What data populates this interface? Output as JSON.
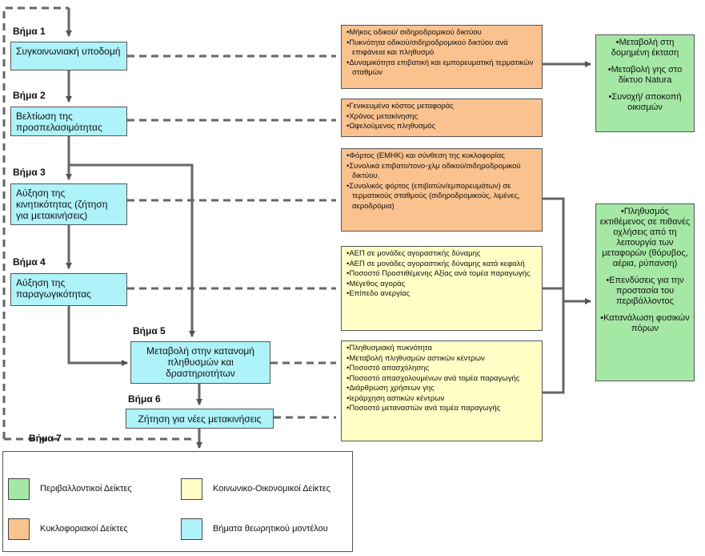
{
  "steps": [
    {
      "label": "Βήμα 1",
      "text": "Συγκοινωνιακή υποδομή"
    },
    {
      "label": "Βήμα 2",
      "text": "Βελτίωση της προσπελασιμότητας"
    },
    {
      "label": "Βήμα 3",
      "text": "Αύξηση της κινητικότητας (ζήτηση για μετακινήσεις)"
    },
    {
      "label": "Βήμα 4",
      "text": "Αύξηση της παραγωγικότητας"
    },
    {
      "label": "Βήμα 5",
      "text": "Μεταβολή στην κατανομή πληθυσμών και δραστηριοτήτων"
    },
    {
      "label": "Βήμα 6",
      "text": "Ζήτηση για νέες μετακινήσεις"
    },
    {
      "label": "Βήμα 7"
    }
  ],
  "orange_boxes": [
    {
      "items": [
        "Μήκος οδικού/ σιδηροδρομικού δικτύου",
        "Πυκνότητα οδικού/σιδηροδρομικού δικτύου ανά επιφάνεια και πληθυσμό",
        "Δυναμικότητα επιβατική και εμπορευματική τερματικών σταθμών"
      ]
    },
    {
      "items": [
        "Γενικευμένο κόστος μεταφοράς",
        "Χρόνος μετακίνησης",
        "Ωφελούμενος πληθυσμός"
      ]
    },
    {
      "items": [
        "Φόρτος (ΕΜΗΚ) και σύνθεση της κυκλοφορίας",
        "Συνολικά επιβατο/τονο-χλμ οδικού/σιδηροδρομικού δικτύου.",
        "Συνολικός φόρτος (επιβατών/εμπορευμάτων) σε τερματικούς σταθμούς (σιδηροδρομικούς, λιμένες, αεροδρόμια)"
      ]
    }
  ],
  "yellow_boxes": [
    {
      "items": [
        "ΑΕΠ σε μονάδες αγοραστικής δύναμης",
        "ΑΕΠ σε μονάδες αγοραστικής δύναμης κατά κεφαλή",
        "Ποσοστό Προστιθέμενης Αξίας ανά τομέα παραγωγής",
        "Μέγεθος αγοράς",
        "Επίπεδο ανεργίας"
      ]
    },
    {
      "items": [
        "Πληθυσμιακή πυκνότητα",
        "Μεταβολή πληθυσμών αστικών κέντρων",
        "Ποσοστό απασχόλησης",
        "Ποσοστό απασχολουμένων ανά τομέα παραγωγής",
        "Διάρθρωση χρήσεων γης",
        "Ιεράρχηση αστικών κέντρων",
        "Ποσοστό μεταναστών ανά τομέα παραγωγής"
      ]
    }
  ],
  "green_boxes": [
    {
      "items": [
        "Μεταβολή στη δομημένη έκταση",
        "Μεταβολή γης στο δίκτυο Natura",
        "Συνοχή/ αποκοπή οικισμών"
      ]
    },
    {
      "items": [
        "Πληθυσμός εκτιθέμενος σε πιθανές οχλήσεις από τη λειτουργία των μεταφορών (θόρυβος, αέρια, ρύπανση)",
        "Επενδύσεις για την προστασία του περιβάλλοντος",
        "Κατανάλωση φυσικών πόρων"
      ]
    }
  ],
  "legend": [
    {
      "text": "Περιβαλλοντικοί Δείκτες",
      "color": "#a5e8a5"
    },
    {
      "text": "Κοινωνικο-Οικονομικοί Δείκτες",
      "color": "#ffffc6"
    },
    {
      "text": "Κυκλοφοριακοί Δείκτες",
      "color": "#f9c28f"
    },
    {
      "text": "Βήματα θεωρητικού μοντέλου",
      "color": "#aef2fa"
    }
  ]
}
